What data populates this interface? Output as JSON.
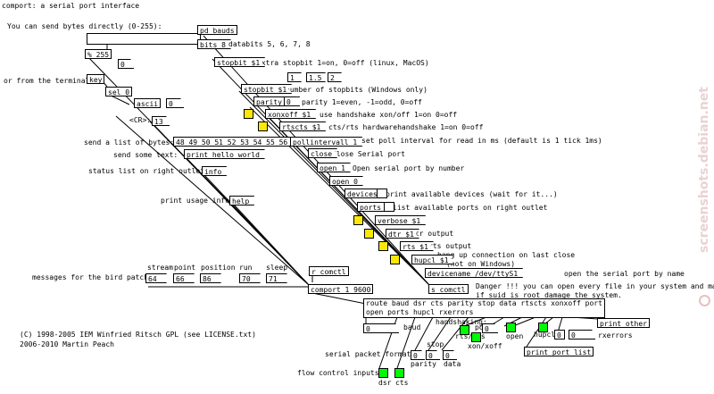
{
  "window_title": "comport: a serial port interface",
  "comments": {
    "send_bytes": "You can send bytes directly (0-255):",
    "from_terminal": "or from the terminal:",
    "cr": "<CR>:",
    "send_list": "send a list of bytes:",
    "send_text": "send some text:",
    "status_list": "status list on right outlet:",
    "print_usage": "print usage info:",
    "bird_patch": "messages for the bird patch:",
    "bird_stream": "stream",
    "bird_point": "point",
    "bird_position": "position",
    "bird_run": "run",
    "bird_sleep": "sleep",
    "databits": "databits 5, 6, 7, 8",
    "stopbit": "extra stopbit 1=on, 0=off (linux, MacOS)",
    "num_stopbits": "number of stopbits (Windows only)",
    "parity": "parity 1=even, -1=odd, 0=off",
    "xonxoff": "use handshake xon/off 1=on 0=off",
    "rtscts": "cts/rts hardwarehandshake 1=on 0=off",
    "pollinterval": "set poll interval for read in ms (default is 1 tick 1ms)",
    "close": "Close Serial port",
    "open": "Open serial port by number",
    "devices": "print available devices (wait for it...)",
    "ports": "list available ports on right outlet",
    "dtr": "dtr output",
    "rts": "rts output",
    "hupcl1": "hang up connection on last close",
    "hupcl2": "(not on Windows)",
    "open_by_name": "open the serial port by name",
    "danger1": "Danger !!! you can open every file in your system and maybe",
    "danger2": "if suid is root damage the system.",
    "copyright1": "(C) 1998-2005 IEM Winfried Ritsch GPL (see LICENSE.txt)",
    "copyright2": "2006-2010 Martin Peach",
    "baud": "baud",
    "handshaking": "handshaking:",
    "rts_cts": "rts/cts",
    "port": "port",
    "xon_xoff": "xon/xoff",
    "open_lbl": "open",
    "hupcl_lbl": "hupcl",
    "rxerrors": "rxerrors",
    "serial_format": "serial packet format:",
    "stop": "stop",
    "parity_lbl": "parity",
    "data": "data",
    "flow_control": "flow control inputs:",
    "dsr": "dsr",
    "cts": "cts"
  },
  "objects": {
    "mod255": "% 255",
    "key": "key",
    "sel0": "sel 0",
    "ascii": "ascii",
    "bits8": "bits 8",
    "pd_bauds": "pd bauds",
    "stopbit": "stopbit $1",
    "stopbits_msg": "stopbit $1",
    "parity": "parity $1",
    "xonxoff": "xonxoff $1",
    "rtscts": "rtscts $1",
    "bytes_list": "48 49 50 51 52 53 54 55 56 57",
    "pollinterval": "pollintervall 1",
    "print_hello": "print hello_world",
    "info": "info",
    "help": "help",
    "close": "close",
    "open1": "open 1",
    "open0": "open 0",
    "devices": "devices",
    "ports": "ports",
    "verbose": "verbose $1",
    "dtr": "dtr $1",
    "rts": "rts $1",
    "hupcl": "hupcl $1",
    "devicename": "devicename /dev/ttyS1",
    "r_comctl": "r comctl",
    "s_comctl": "s comctl",
    "comport": "comport 1 9600",
    "route": "route baud dsr cts parity stop data rtscts xonxoff port",
    "route2": "open ports hupcl rxerrors",
    "print_other": "print other",
    "print_port_list": "print port_list",
    "bird_stream": "64",
    "bird_point": "66",
    "bird_position": "86",
    "bird_run": "70",
    "bird_sleep": "71"
  },
  "numbers": {
    "mod_out": "0",
    "ascii": "0",
    "cr": "13",
    "stop_1": "1",
    "stop_15": "1.5",
    "stop_2": "2",
    "parity": "0",
    "baud": "0",
    "port": "0",
    "rxerrors": "0",
    "stop": "0",
    "parity_out": "0",
    "data": "0",
    "sym_out": "0"
  },
  "colors": {
    "toggle_fill": "#fce808",
    "output_fill": "#00fc04",
    "background": "#ffffff",
    "watermark": "#ead2d2"
  },
  "watermark": "screenshots.debian.net"
}
